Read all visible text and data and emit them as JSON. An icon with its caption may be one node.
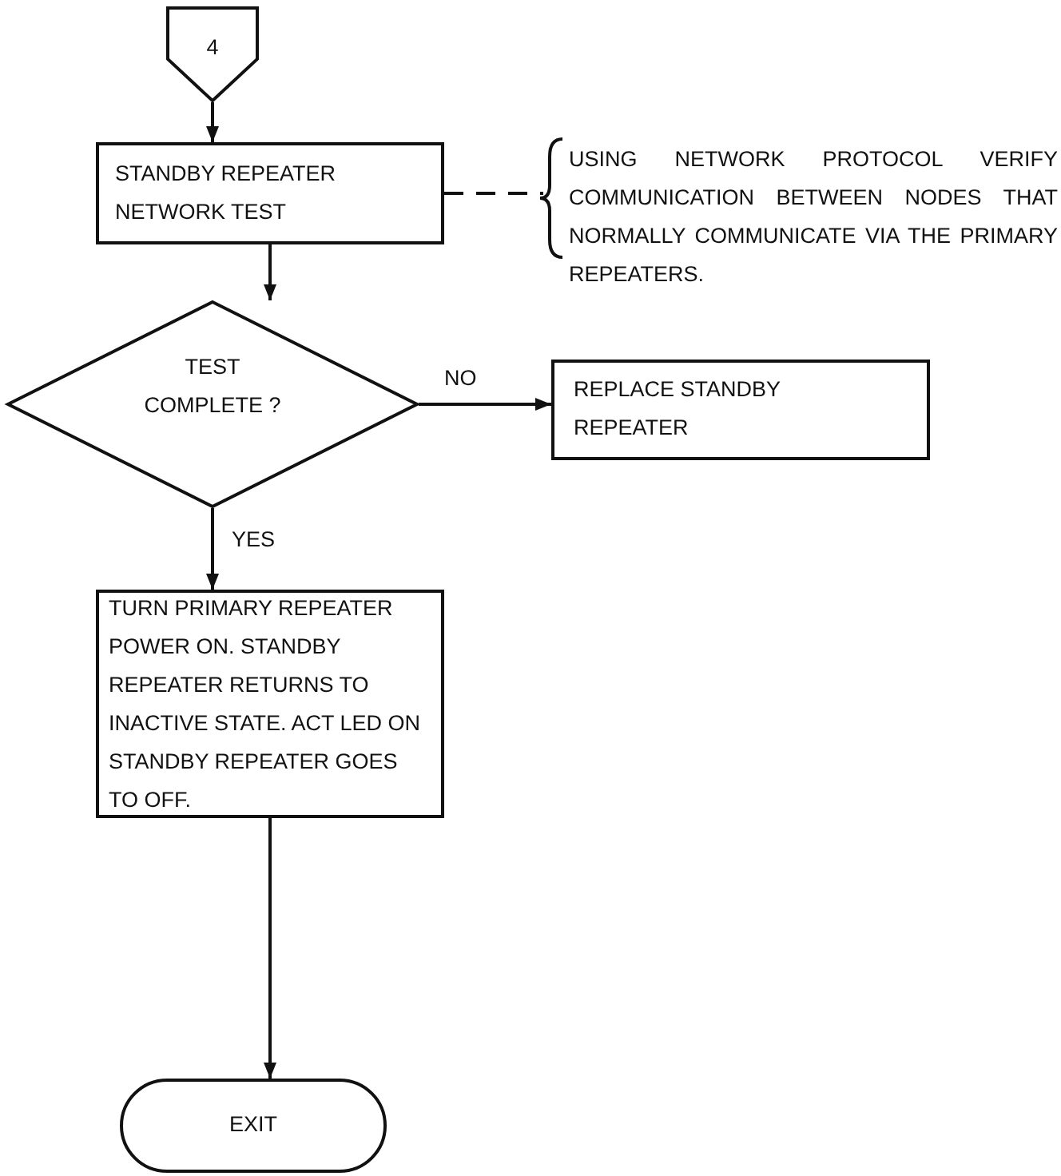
{
  "diagram": {
    "nodes": [
      {
        "text": [
          "4"
        ]
      },
      {
        "text": [
          "STANDBY REPEATER NETWORK TEST"
        ]
      },
      {
        "text": [
          "USING NETWORK PROTOCOL VERIFY COMMUNICATION BETWEEN NODES THAT NORMALLY COMMUNICATE VIA THE PRIMARY REPEATERS."
        ]
      },
      {
        "text": [
          "TEST COMPLETE ?"
        ]
      },
      {
        "text": [
          "REPLACE STANDBY REPEATER"
        ]
      },
      {
        "text": [
          "TURN PRIMARY REPEATER POWER ON. STANDBY REPEATER RETURNS TO INACTIVE STATE. ACT LED ON STANDBY REPEATER GOES TO OFF."
        ]
      },
      {
        "text": [
          "EXIT"
        ]
      }
    ],
    "edges": [
      {
        "from": 0,
        "to": 1,
        "arrow": "to"
      },
      {
        "from": 1,
        "to": 2,
        "arrow": "none",
        "style": "dashed"
      },
      {
        "from": 1,
        "to": 3,
        "arrow": "to"
      },
      {
        "from": 3,
        "to": 4,
        "label": "NO",
        "arrow": "to"
      },
      {
        "from": 3,
        "to": 5,
        "label": "YES",
        "arrow": "to"
      },
      {
        "from": 5,
        "to": 6,
        "arrow": "to"
      }
    ]
  }
}
